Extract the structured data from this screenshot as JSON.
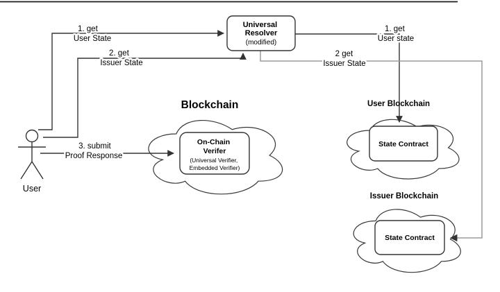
{
  "diagram": {
    "actor": {
      "label": "User"
    },
    "resolver": {
      "title_line1": "Universal",
      "title_line2": "Resolver",
      "subtitle": "(modified)"
    },
    "verifier_cloud": {
      "title": "Blockchain",
      "box": {
        "title_line1": "On-Chain",
        "title_line2": "Verifer",
        "subtitle_line1": "(Universal Verifier,",
        "subtitle_line2": "Embedded Verifier)"
      }
    },
    "user_cloud": {
      "title": "User Blockchain",
      "box_label": "State Contract"
    },
    "issuer_cloud": {
      "title": "Issuer Blockchain",
      "box_label": "State Contract"
    },
    "edges": {
      "get_user_state_left": {
        "line1": "1. get",
        "line2": "User State"
      },
      "get_issuer_state_left": {
        "line1": "2. get",
        "line2": "Issuer State"
      },
      "submit_proof": {
        "line1": "3. submit",
        "line2": "Proof Response"
      },
      "get_user_state_right": {
        "line1": "1. get",
        "line2": "User state"
      },
      "get_issuer_state_right": {
        "line1": "2 get",
        "line2": "Issuer State"
      }
    },
    "colors": {
      "stroke": "#333333",
      "gray_connector": "#9a9a9a",
      "text": "#000000",
      "background": "#ffffff"
    }
  }
}
